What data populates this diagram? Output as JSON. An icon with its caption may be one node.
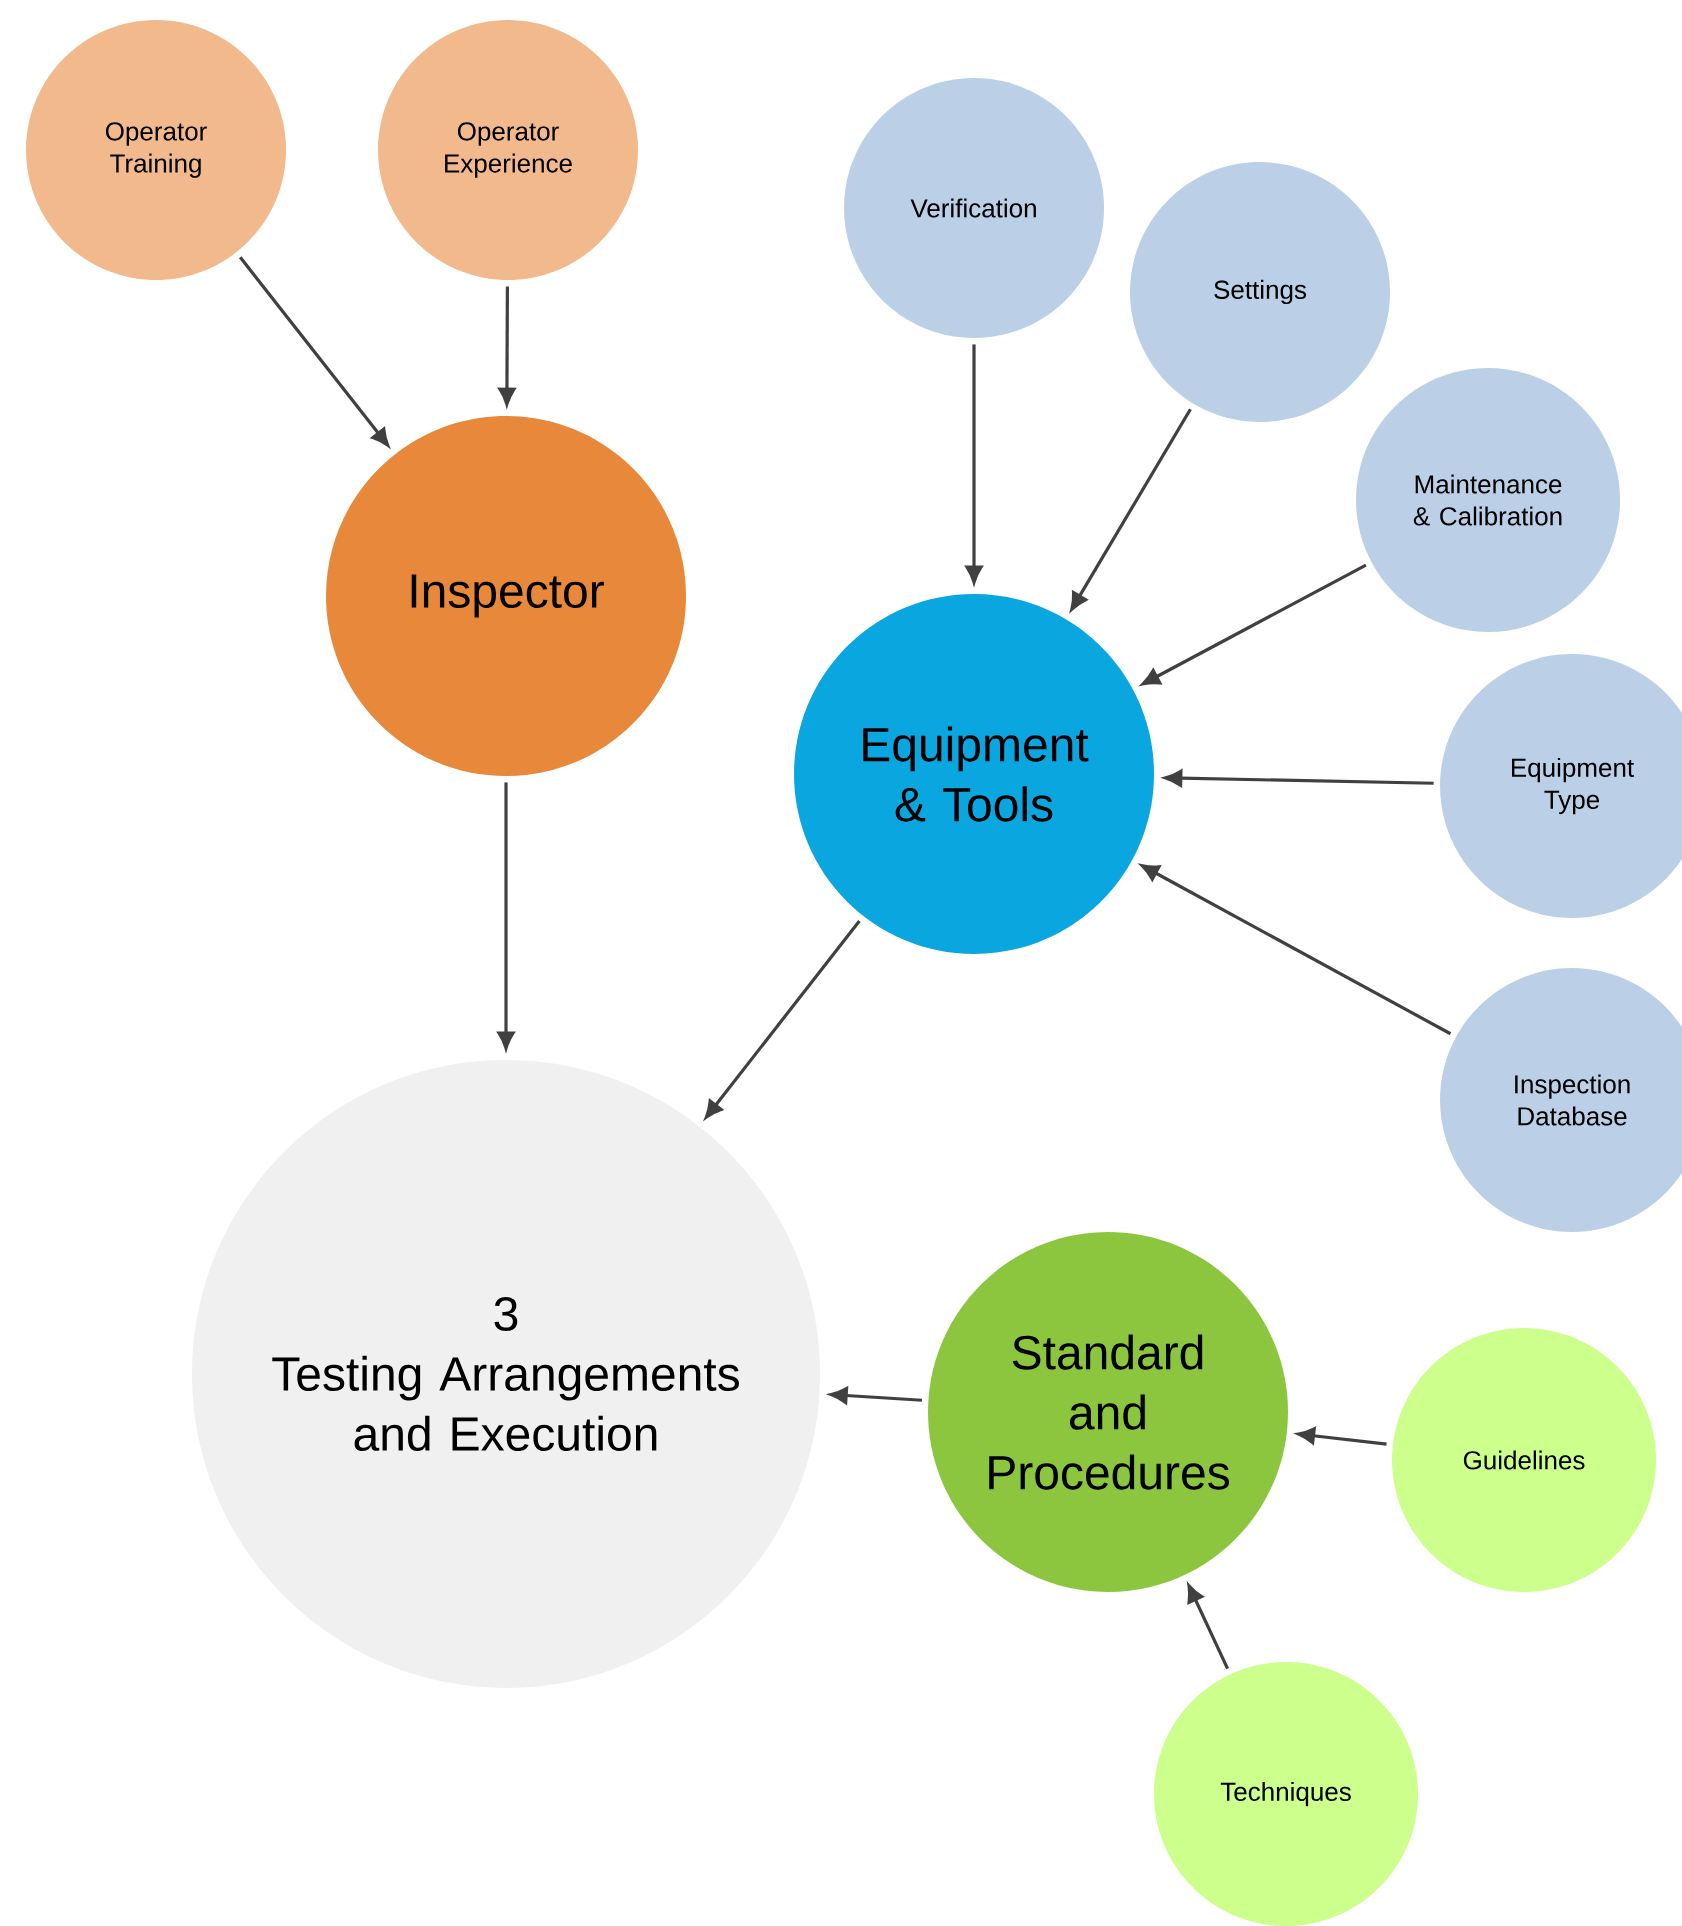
{
  "diagram": {
    "nodes": [
      {
        "text": [
          "Operator Training"
        ]
      },
      {
        "text": [
          "Operator Experience"
        ]
      },
      {
        "text": [
          "Inspector"
        ]
      },
      {
        "text": [
          "Verification"
        ]
      },
      {
        "text": [
          "Settings"
        ]
      },
      {
        "text": [
          "Maintenance & Calibration"
        ]
      },
      {
        "text": [
          "Equipment & Tools"
        ]
      },
      {
        "text": [
          "Equipment Type"
        ]
      },
      {
        "text": [
          "Inspection Database"
        ]
      },
      {
        "text": [
          "3",
          "Testing Arrangements and Execution"
        ]
      },
      {
        "text": [
          "Standard and Procedures"
        ]
      },
      {
        "text": [
          "Guidelines"
        ]
      },
      {
        "text": [
          "Techniques"
        ]
      }
    ],
    "edges": [
      {
        "from": 0,
        "to": 2,
        "arrow": "to"
      },
      {
        "from": 1,
        "to": 2,
        "arrow": "to"
      },
      {
        "from": 2,
        "to": 9,
        "arrow": "to"
      },
      {
        "from": 3,
        "to": 6,
        "arrow": "to"
      },
      {
        "from": 4,
        "to": 6,
        "arrow": "to"
      },
      {
        "from": 5,
        "to": 6,
        "arrow": "to"
      },
      {
        "from": 7,
        "to": 6,
        "arrow": "to"
      },
      {
        "from": 8,
        "to": 6,
        "arrow": "to"
      },
      {
        "from": 6,
        "to": 9,
        "arrow": "to"
      },
      {
        "from": 10,
        "to": 9,
        "arrow": "to"
      },
      {
        "from": 11,
        "to": 10,
        "arrow": "to"
      },
      {
        "from": 12,
        "to": 10,
        "arrow": "to"
      }
    ]
  }
}
